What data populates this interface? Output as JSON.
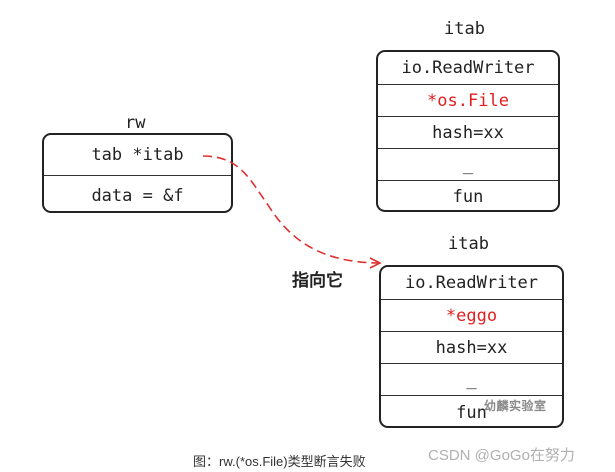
{
  "rw": {
    "title": "rw",
    "rows": [
      "tab *itab",
      "data = &f"
    ]
  },
  "itab_top": {
    "title": "itab",
    "rows": [
      "io.ReadWriter",
      "*os.File",
      "hash=xx",
      "_",
      "fun"
    ]
  },
  "itab_bottom": {
    "title": "itab",
    "rows": [
      "io.ReadWriter",
      "*eggo",
      "hash=xx",
      "_",
      "fun"
    ]
  },
  "arrow_label": "指向它",
  "watermark": "幼麟实验室",
  "caption": "图：rw.(*os.File)类型断言失败",
  "credit": "CSDN @GoGo在努力",
  "colors": {
    "line": "#222222",
    "highlight": "#e02020",
    "arrow": "#e03030"
  }
}
